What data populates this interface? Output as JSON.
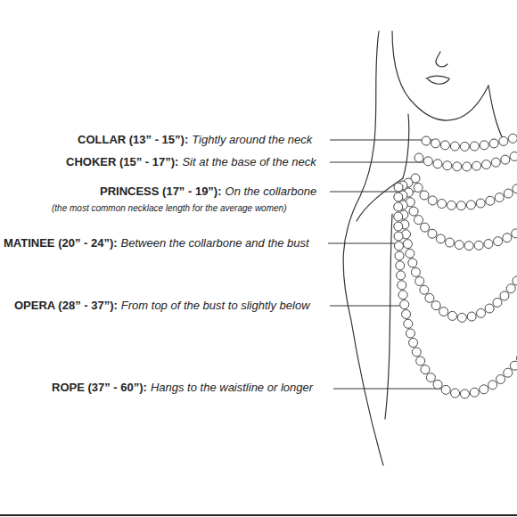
{
  "diagram": {
    "labels": [
      "COLLAR (13” - 15”):",
      "Tightly around the neck",
      "CHOKER (15” - 17”):",
      "Sit at the base of the neck",
      "PRINCESS (17” - 19”):",
      "On the collarbone",
      "(the most common necklace length for the average women)",
      "MATINEE (20” - 24”):",
      "Between the collarbone and the bust",
      "OPERA (28” - 37”):",
      "From top of the bust to slightly below",
      "ROPE (37” - 60”):",
      "Hangs to the waistline or longer"
    ]
  }
}
